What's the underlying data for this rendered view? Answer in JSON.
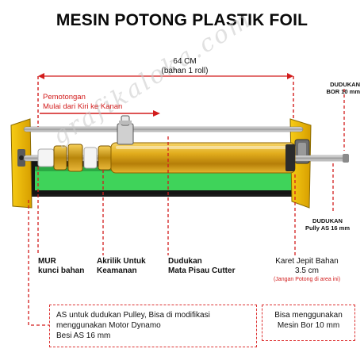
{
  "title": "MESIN POTONG PLASTIK FOIL",
  "length_label": {
    "line1": "64 CM",
    "line2": "(bahan 1 roll)"
  },
  "cut_direction_label": {
    "line1": "Pemotongan",
    "line2": "Mulai dari Kiri ke Kanan"
  },
  "drill_mount_label": {
    "line1": "DUDUKAN",
    "line2": "BOR 10 mm"
  },
  "pulley_mount_label": {
    "line1": "DUDUKAN",
    "line2": "Pully AS 16 mm"
  },
  "nut_label": {
    "line1": "MUR",
    "line2": "kunci bahan"
  },
  "acrylic_label": {
    "line1": "Akrilik Untuk",
    "line2": "Keamanan"
  },
  "cutter_mount_label": {
    "line1": "Dudukan",
    "line2": "Mata Pisau Cutter"
  },
  "rubber_label": {
    "line1": "Karet Jepit Bahan",
    "line2": "3.5 cm",
    "note": "(Jangan Potong di area ini)"
  },
  "shaft_box": {
    "line1": "AS untuk dudukan Pulley, Bisa di modifikasi",
    "line2": "menggunakan Motor Dynamo",
    "line3": "Besi AS 16 mm"
  },
  "drill_box": {
    "line1": "Bisa menggunakan",
    "line2": "Mesin Bor 10 mm"
  },
  "watermark": "grafikaloka.com",
  "colors": {
    "callout_red": "#d21c1c",
    "frame_yellow": "#e8b400",
    "base_green": "#3fd35a",
    "tube_gold": "#d9a516"
  }
}
